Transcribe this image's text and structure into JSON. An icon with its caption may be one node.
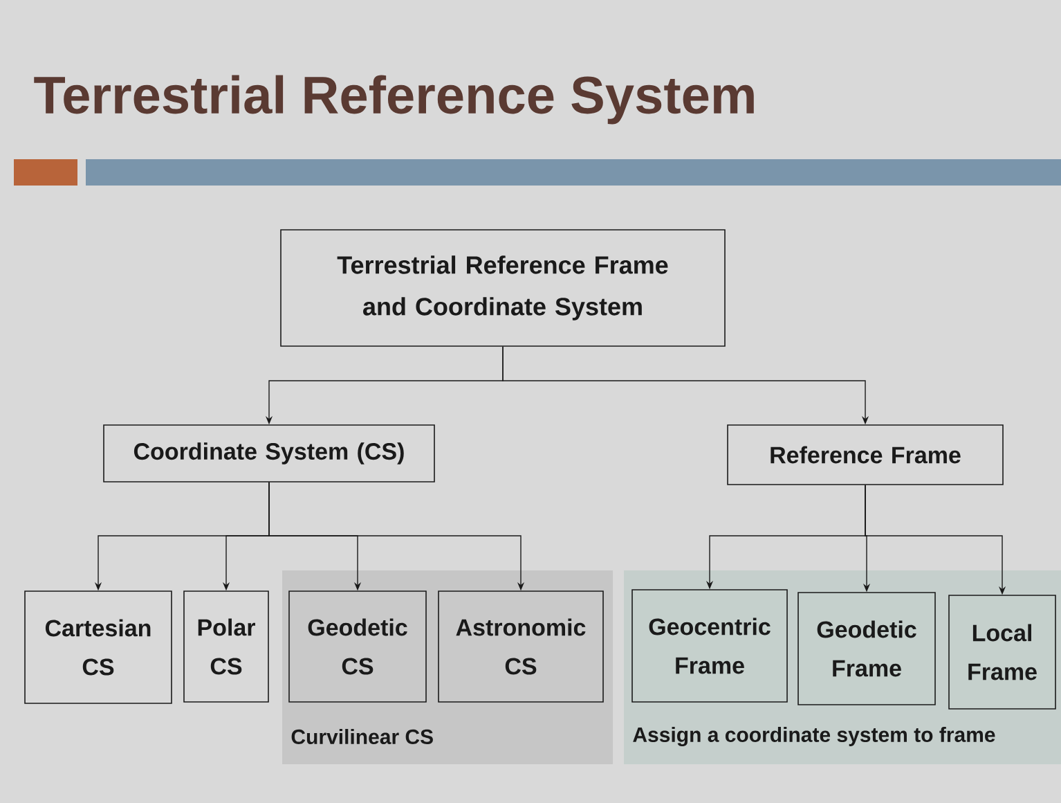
{
  "diagram": {
    "title": "Terrestrial Reference System",
    "nodes": [
      {
        "text": [
          "Terrestrial Reference Frame and Coordinate System"
        ]
      },
      {
        "text": [
          "Coordinate System (CS)"
        ]
      },
      {
        "text": [
          "Reference Frame"
        ]
      },
      {
        "text": [
          "Cartesian CS"
        ]
      },
      {
        "text": [
          "Polar CS"
        ]
      },
      {
        "text": [
          "Curvilinear CS"
        ]
      },
      {
        "text": [
          "Geodetic CS"
        ],
        "in": 5
      },
      {
        "text": [
          "Astronomic CS"
        ],
        "in": 5
      },
      {
        "text": [
          "Assign a coordinate system to frame"
        ]
      },
      {
        "text": [
          "Geocentric Frame"
        ],
        "in": 8
      },
      {
        "text": [
          "Geodetic Frame"
        ],
        "in": 8
      },
      {
        "text": [
          "Local Frame"
        ],
        "in": 8
      }
    ],
    "edges": [
      {
        "from": 0,
        "to": 1,
        "arrow": "to"
      },
      {
        "from": 0,
        "to": 2,
        "arrow": "to"
      },
      {
        "from": 1,
        "to": 3,
        "arrow": "to"
      },
      {
        "from": 1,
        "to": 4,
        "arrow": "to"
      },
      {
        "from": 1,
        "to": 6,
        "arrow": "to"
      },
      {
        "from": 1,
        "to": 7,
        "arrow": "to"
      },
      {
        "from": 2,
        "to": 9,
        "arrow": "to"
      },
      {
        "from": 2,
        "to": 10,
        "arrow": "to"
      },
      {
        "from": 2,
        "to": 11,
        "arrow": "to"
      }
    ]
  }
}
